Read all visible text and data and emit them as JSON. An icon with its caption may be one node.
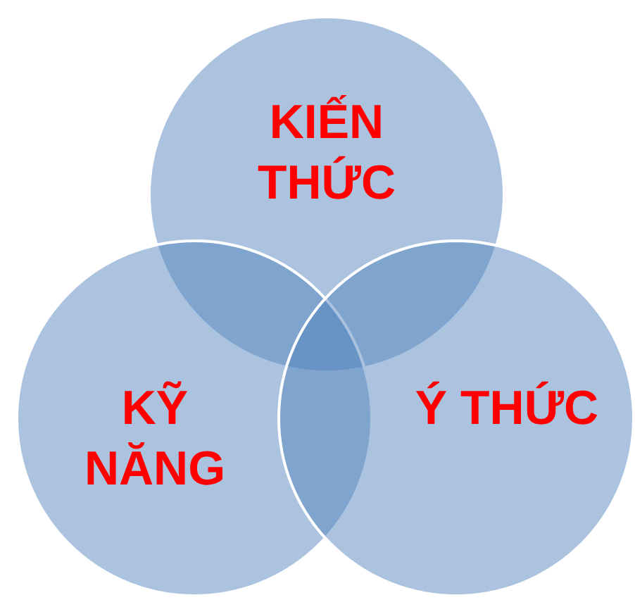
{
  "diagram": {
    "nodes": [
      {
        "text": [
          "KIẾN THỨC"
        ]
      },
      {
        "text": [
          "KỸ NĂNG"
        ]
      },
      {
        "text": [
          "Ý THỨC"
        ]
      }
    ]
  }
}
